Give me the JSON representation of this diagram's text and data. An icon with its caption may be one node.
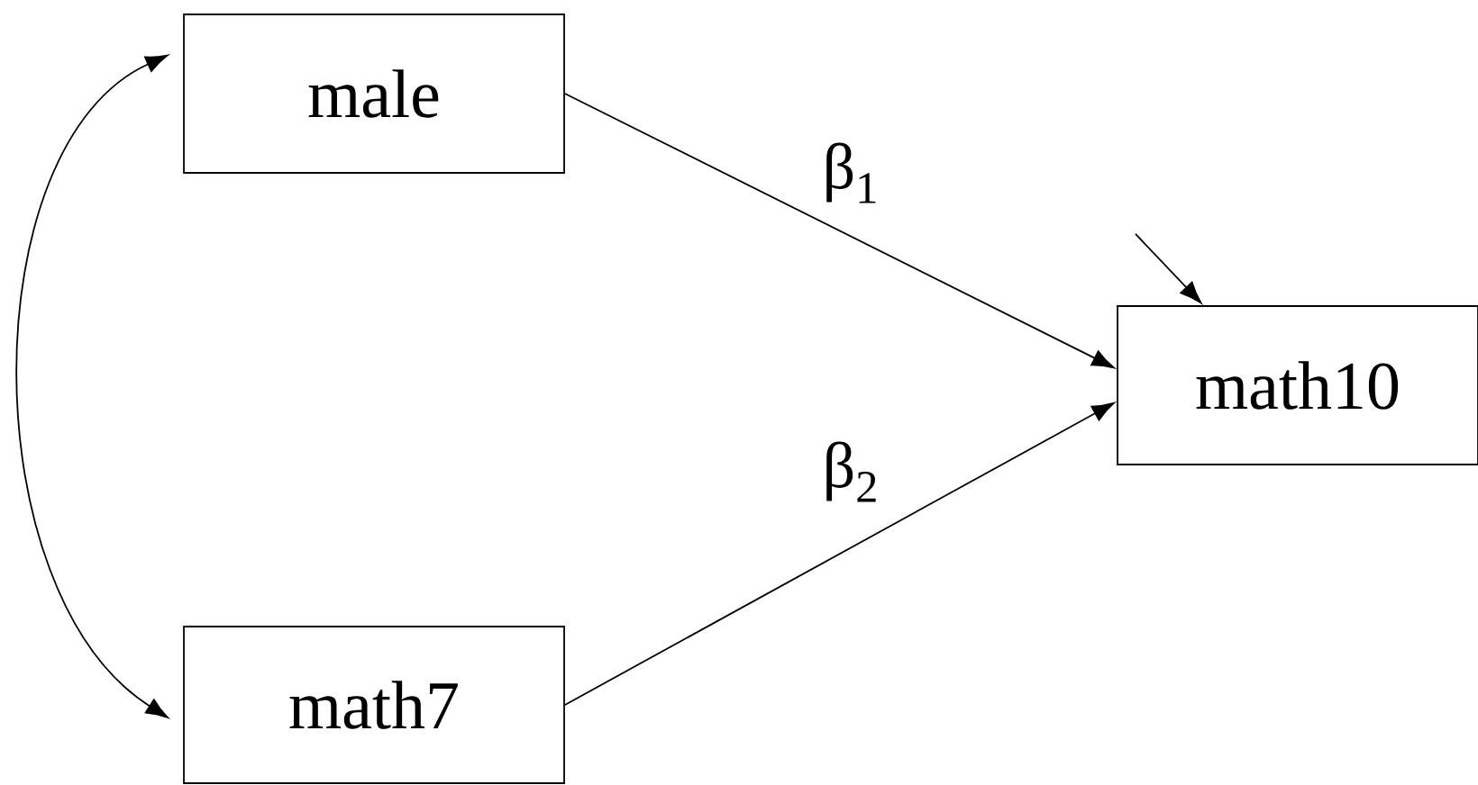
{
  "diagram": {
    "nodes": [
      {
        "text": [
          "male"
        ]
      },
      {
        "text": [
          "math7"
        ]
      },
      {
        "text": [
          "math10"
        ]
      }
    ],
    "edges": [
      {
        "from": 0,
        "to": 1,
        "arrow": "both"
      },
      {
        "from": 0,
        "to": 2,
        "arrow": "to",
        "label": "β$_{1}$"
      },
      {
        "from": 1,
        "to": 2,
        "arrow": "to",
        "label": "β$_{2}$"
      },
      {
        "from": null,
        "to": 2,
        "arrow": "to"
      }
    ]
  }
}
